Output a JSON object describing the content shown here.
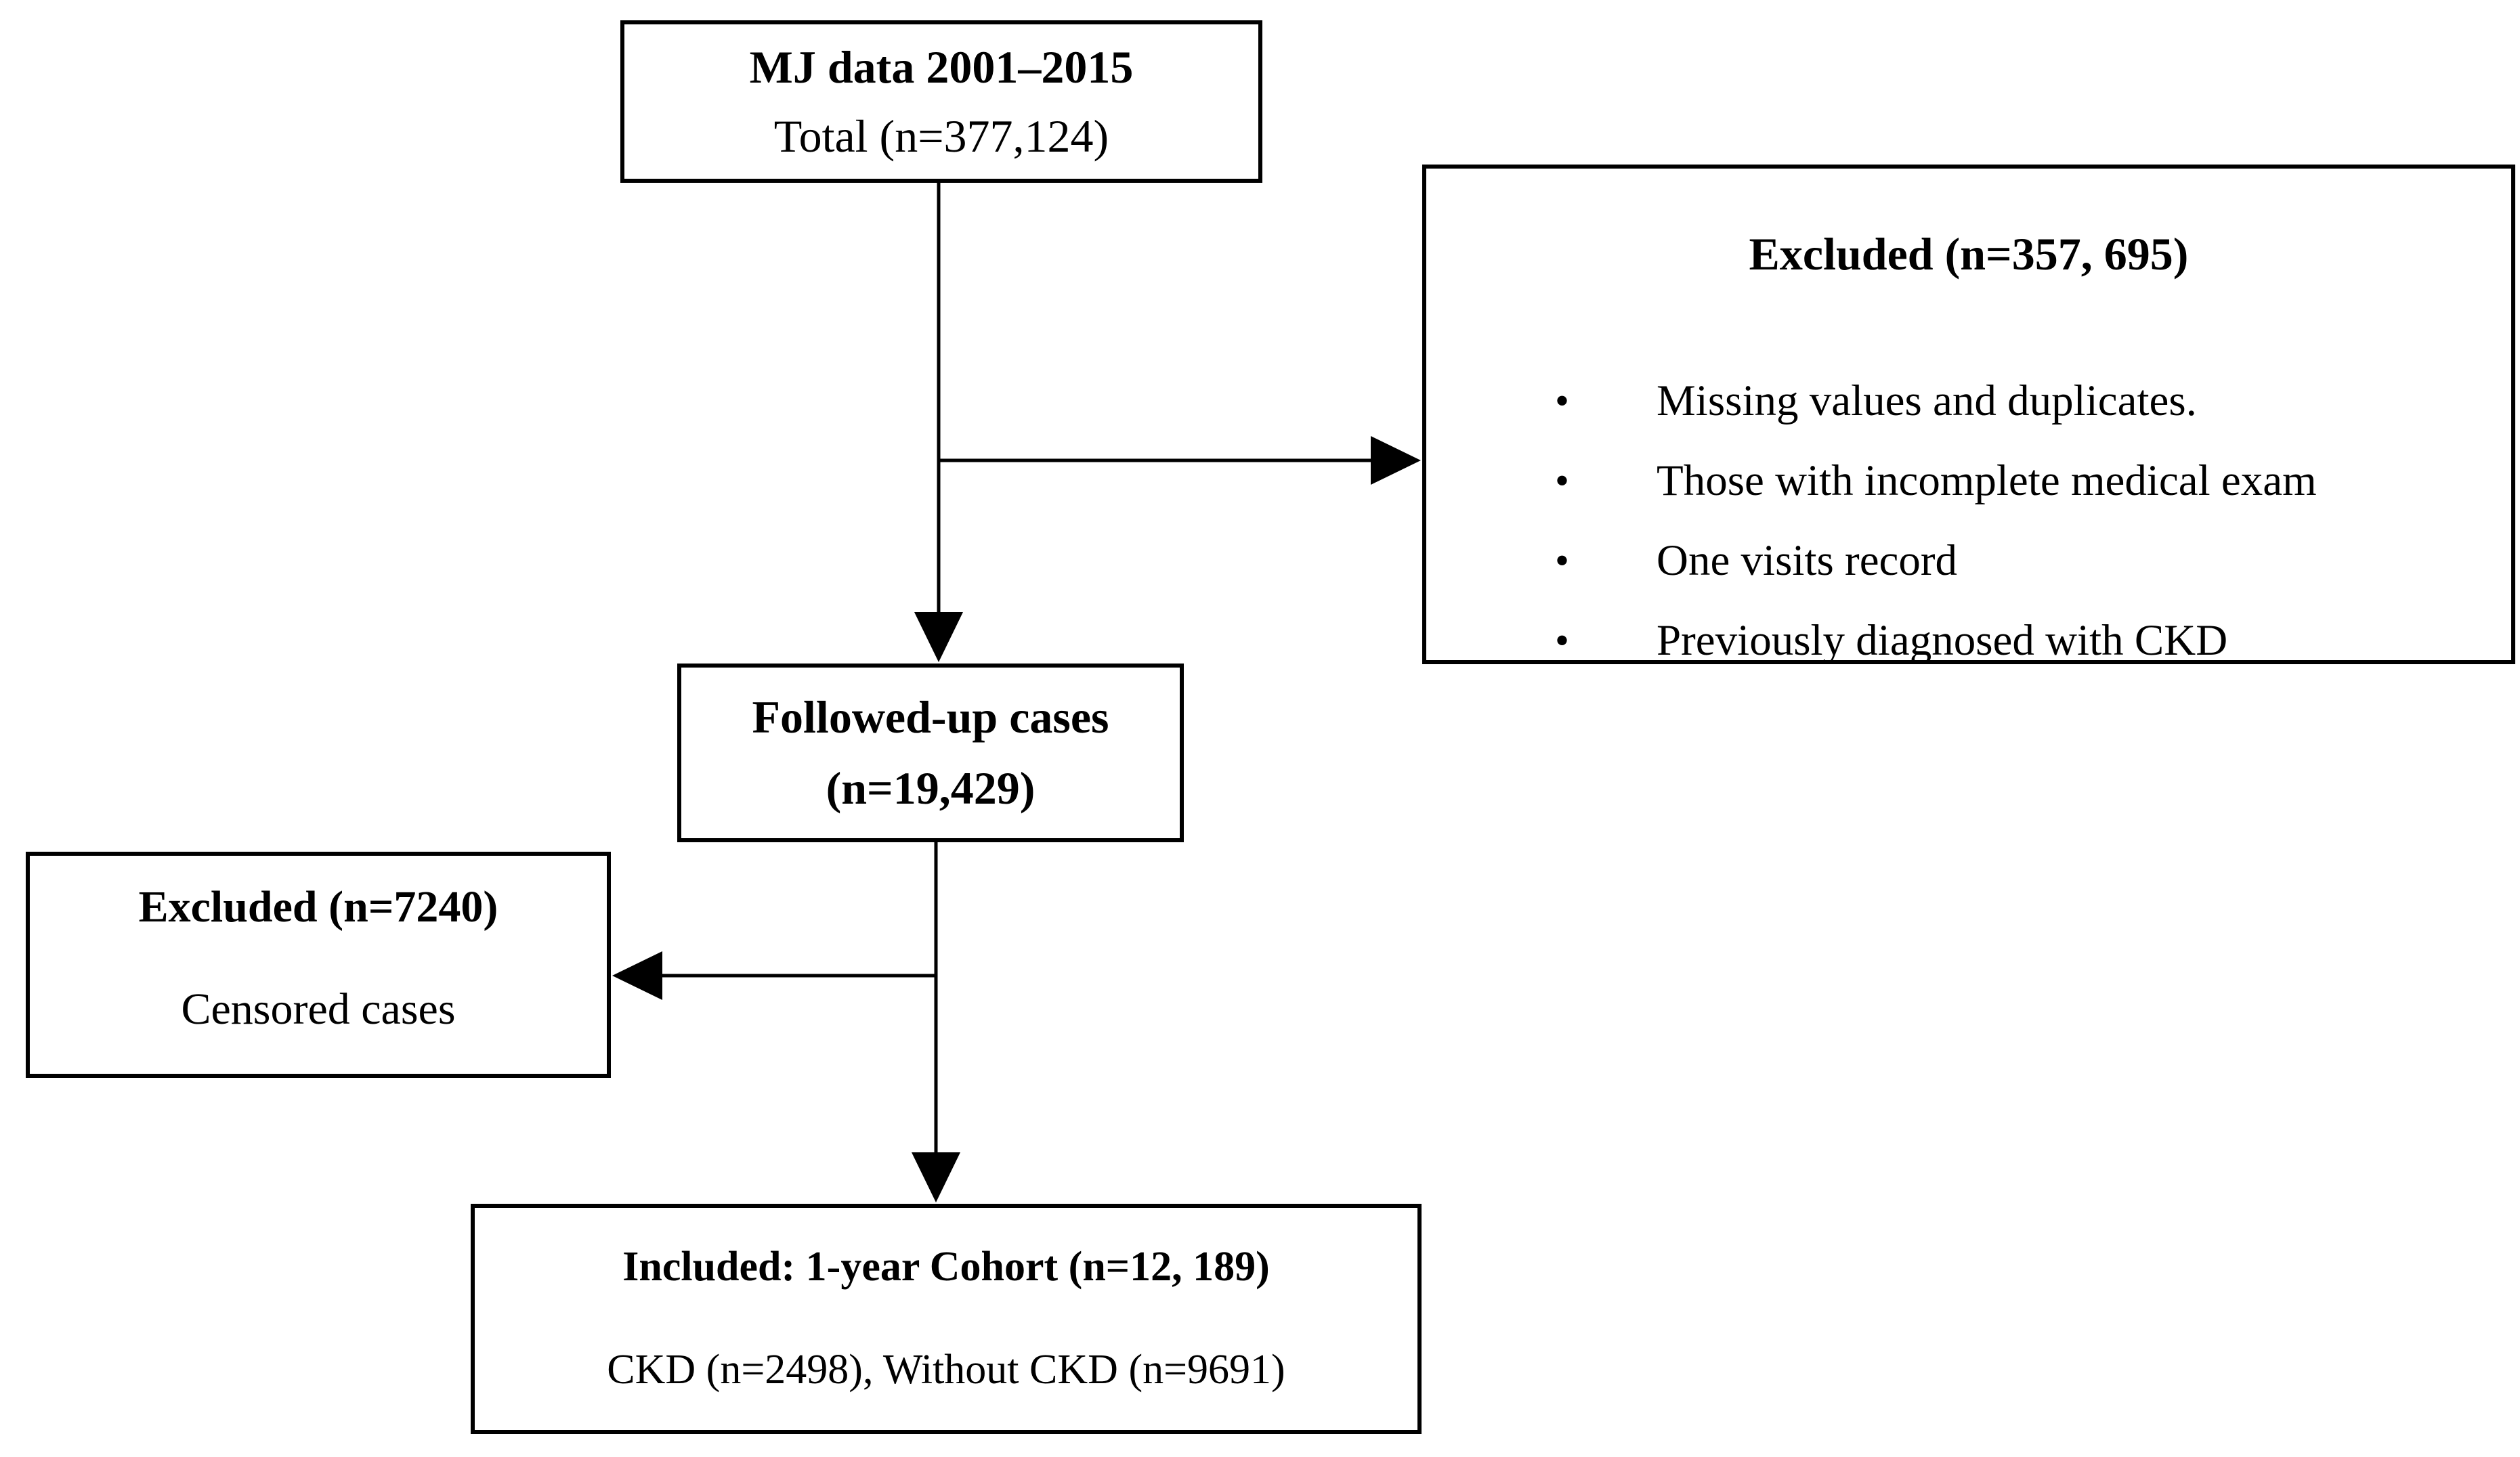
{
  "diagram": {
    "source_box": {
      "title": "MJ data 2001–2015",
      "subtitle": "Total (n=377,124)"
    },
    "excluded_right_box": {
      "title": "Excluded (n=357, 695)",
      "bullets": [
        "Missing values and duplicates.",
        "Those with incomplete medical exam",
        "One visits record",
        "Previously diagnosed with CKD"
      ]
    },
    "followed_up_box": {
      "line1": "Followed-up cases",
      "line2": "(n=19,429)"
    },
    "excluded_left_box": {
      "title": "Excluded (n=7240)",
      "subtitle": "Censored cases"
    },
    "included_box": {
      "title": "Included:  1-year Cohort (n=12, 189)",
      "subtitle": "CKD (n=2498), Without CKD (n=9691)"
    },
    "colors": {
      "background": "#ffffff",
      "box_border": "#000000",
      "line": "#000000",
      "text": "#000000"
    }
  }
}
